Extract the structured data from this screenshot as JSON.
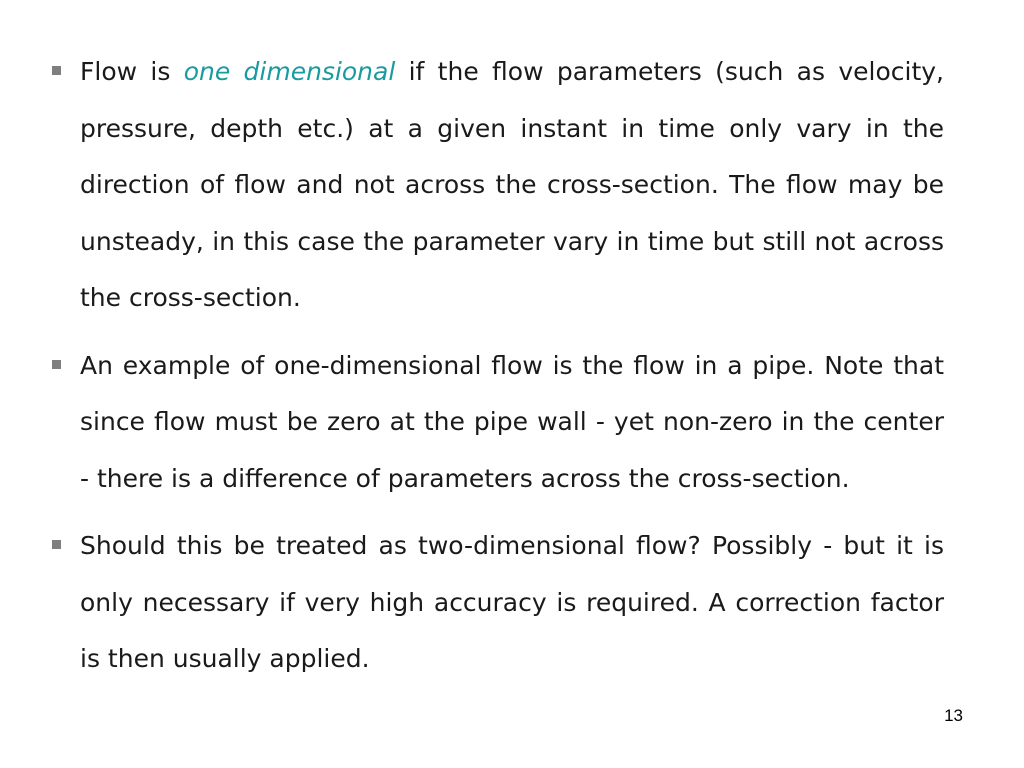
{
  "slide": {
    "bullets": [
      {
        "lead": "Flow is ",
        "emphasis": "one dimensional",
        "text": " if the flow parameters (such as velocity, pressure, depth etc.) at a given instant in time only vary in the direction of flow and not across the cross-section. The flow may be unsteady, in this case the parameter vary in time but still not across the cross-section."
      },
      {
        "text": "An example of one-dimensional flow is the flow in a pipe. Note that since flow must be zero at the pipe wall - yet non-zero in the center - there is a difference of parameters across the cross-section."
      },
      {
        "text": "Should this be treated as two-dimensional flow? Possibly - but it is only necessary if very high accuracy is required. A correction factor is then usually applied."
      }
    ],
    "page_number": "13"
  },
  "colors": {
    "emphasis": "#1a9ba0",
    "bullet_marker": "#7f7f7f",
    "body_text": "#1a1a1a"
  }
}
